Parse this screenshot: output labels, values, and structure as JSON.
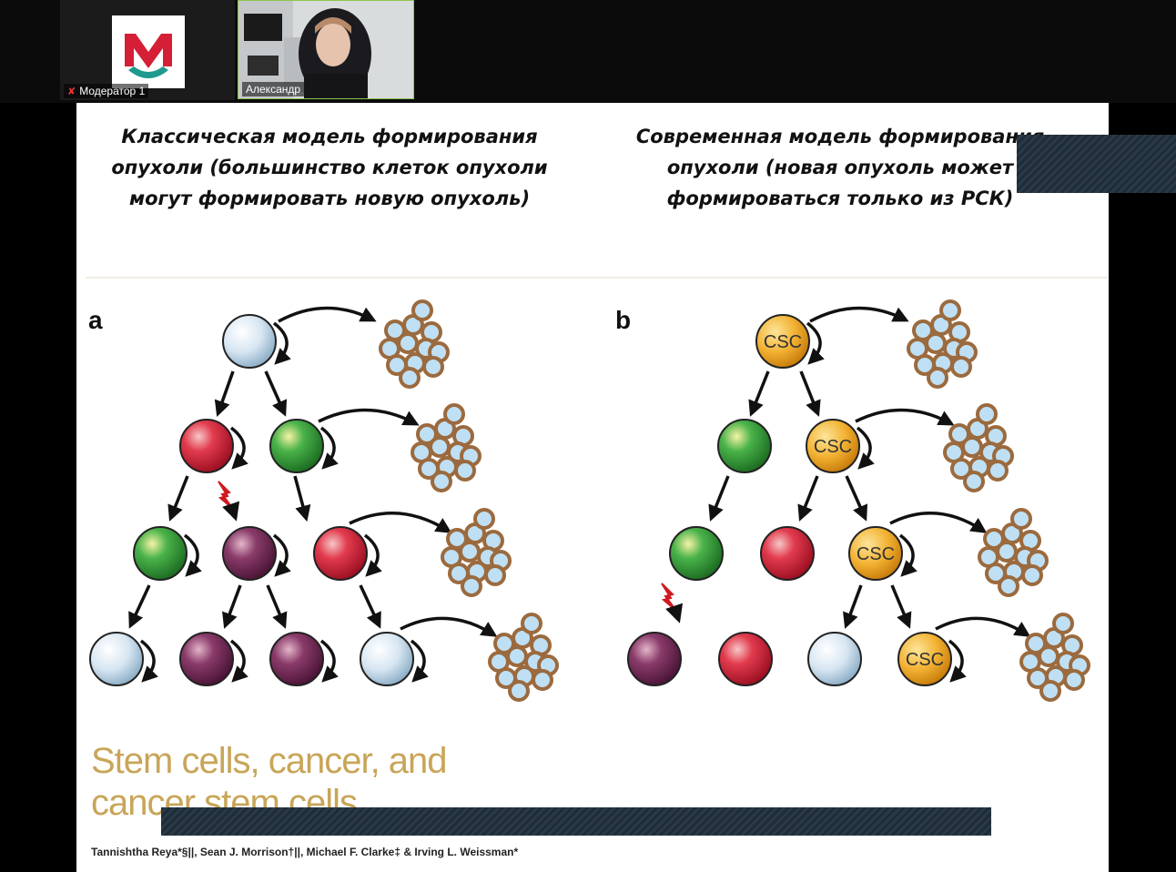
{
  "participants": [
    {
      "name": "Модератор 1",
      "muted": true
    },
    {
      "name": "Александр",
      "muted": false
    }
  ],
  "slide": {
    "left_heading": "Классическая модель формирования опухоли (большинство клеток опухоли могут формировать новую опухоль)",
    "right_heading": "Современная модель формирования опухоли (новая опухоль может формироваться только из РСК)",
    "panel_a": "a",
    "panel_b": "b",
    "csc_label": "CSC",
    "paper_title": "Stem cells, cancer, and cancer stem cells",
    "authors": "Tannishtha Reya*§||, Sean J. Morrison†||, Michael F. Clarke‡ & Irving L. Weissman*"
  },
  "colors": {
    "white_cell": "#d7e6f2",
    "red_cell": "#e23b4e",
    "green_cell": "#4ab34a",
    "purple_cell": "#8a3b6a",
    "csc_cell": "#f2b233",
    "cluster_ring": "#9b6a3e",
    "cluster_fill": "#bfe0f4",
    "paper_title": "#c8a558"
  }
}
